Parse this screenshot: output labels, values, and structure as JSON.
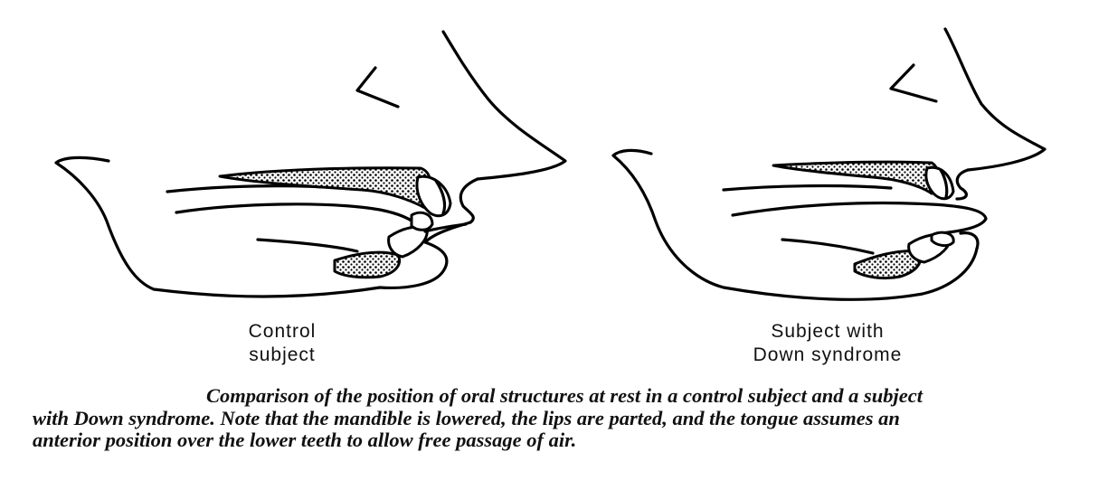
{
  "figure": {
    "panels": [
      {
        "label_lines": [
          "Control",
          "subject"
        ]
      },
      {
        "label_lines": [
          "Subject with",
          "Down syndrome"
        ]
      }
    ],
    "caption": "Comparison of the position of oral structures at rest in a control subject and a subject with Down syndrome. Note that the mandible is lowered, the lips are parted, and the tongue assumes an anterior position over the lower teeth to allow free passage of air."
  }
}
